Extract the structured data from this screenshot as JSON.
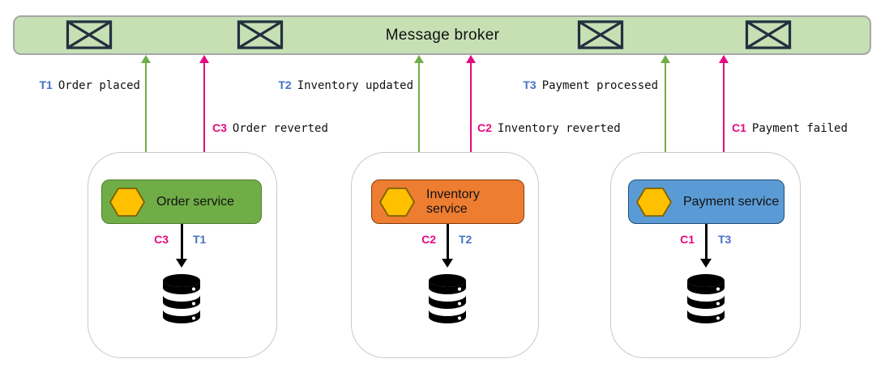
{
  "broker": {
    "label": "Message broker",
    "envelope_icon": "envelope",
    "envelope_count": 4
  },
  "flows": {
    "transactions": [
      {
        "id": "T1",
        "label": "Order placed"
      },
      {
        "id": "T2",
        "label": "Inventory updated"
      },
      {
        "id": "T3",
        "label": "Payment processed"
      }
    ],
    "compensations": [
      {
        "id": "C3",
        "label": "Order reverted"
      },
      {
        "id": "C2",
        "label": "Inventory reverted"
      },
      {
        "id": "C1",
        "label": "Payment failed"
      }
    ]
  },
  "services": [
    {
      "name": "Order service",
      "fill": "#70AD47",
      "border": "#507E32",
      "commit_id": "T1",
      "compensate_id": "C3"
    },
    {
      "name": "Inventory service",
      "fill": "#ED7D31",
      "border": "#843C0C",
      "commit_id": "T2",
      "compensate_id": "C2"
    },
    {
      "name": "Payment service",
      "fill": "#5B9BD5",
      "border": "#1F4E79",
      "commit_id": "T3",
      "compensate_id": "C1"
    }
  ],
  "colors": {
    "broker_fill": "#C6E0B4",
    "broker_border": "#A6A6A6",
    "transaction_arrow": "#70AD47",
    "compensation_arrow": "#E3097E",
    "transaction_prefix_text": "#4472C4",
    "compensation_prefix_text": "#E3097E",
    "envelope_icon": "#22303F",
    "hexagon_fill": "#FFC000",
    "hexagon_border": "#7F6000",
    "database_icon": "#000000",
    "container_border": "#C9C9C9"
  }
}
